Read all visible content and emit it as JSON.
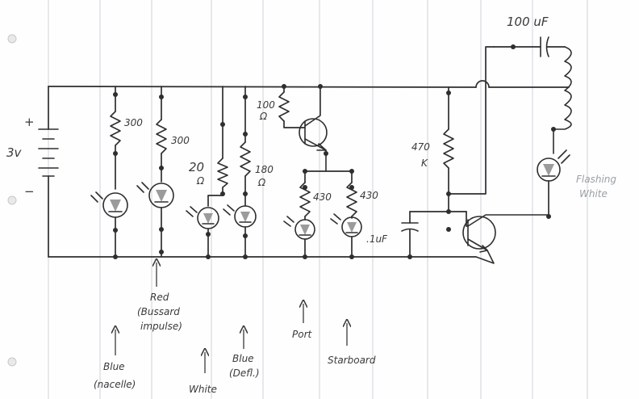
{
  "diagram": {
    "battery": {
      "label": "3v",
      "plus": "+",
      "minus": "−"
    },
    "resistors": [
      {
        "id": "r-blue-nacelle",
        "label": "300"
      },
      {
        "id": "r-red-bussard",
        "label": "300"
      },
      {
        "id": "r-white",
        "label": "20",
        "unit": "Ω"
      },
      {
        "id": "r-blue-defl",
        "label": "180",
        "unit": "Ω"
      },
      {
        "id": "r-base",
        "label": "100",
        "unit": "Ω"
      },
      {
        "id": "r-port",
        "label": "430"
      },
      {
        "id": "r-starboard",
        "label": "430"
      },
      {
        "id": "r-timing",
        "label": "470",
        "unit": "K"
      }
    ],
    "capacitors": [
      {
        "id": "c-small",
        "label": ".1uF"
      },
      {
        "id": "c-big",
        "label": "100 uF"
      }
    ],
    "leds": [
      {
        "id": "led-blue-nacelle",
        "label_lines": [
          "Blue",
          "(nacelle)"
        ]
      },
      {
        "id": "led-red-bussard",
        "label_lines": [
          "Red",
          "(Bussard",
          "impulse)"
        ]
      },
      {
        "id": "led-white",
        "label_lines": [
          "White"
        ]
      },
      {
        "id": "led-blue-defl",
        "label_lines": [
          "Blue",
          "(Defl.)"
        ]
      },
      {
        "id": "led-port",
        "label_lines": [
          "Port"
        ]
      },
      {
        "id": "led-starboard",
        "label_lines": [
          "Starboard"
        ]
      },
      {
        "id": "led-flashing",
        "label_lines": [
          "Flashing",
          "White"
        ]
      }
    ]
  }
}
